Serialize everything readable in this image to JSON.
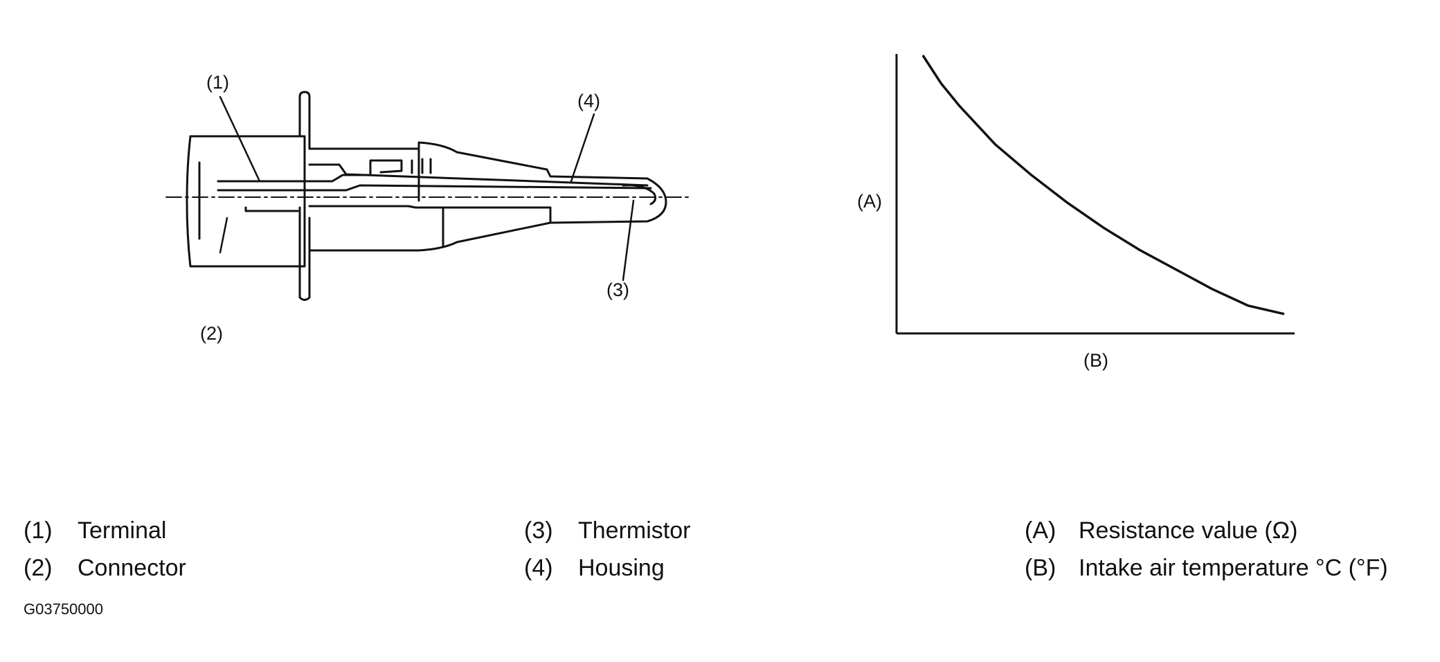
{
  "diagram": {
    "callouts": {
      "terminal": "(1)",
      "connector": "(2)",
      "thermistor": "(3)",
      "housing": "(4)"
    }
  },
  "chart_data": {
    "type": "line",
    "ylabel": "(A)",
    "xlabel": "(B)",
    "series": [
      {
        "x": [
          0.0,
          0.05,
          0.1,
          0.2,
          0.3,
          0.4,
          0.5,
          0.6,
          0.7,
          0.8,
          0.9,
          1.0
        ],
        "y": [
          1.0,
          0.9,
          0.82,
          0.68,
          0.57,
          0.47,
          0.38,
          0.3,
          0.23,
          0.16,
          0.1,
          0.07
        ]
      }
    ],
    "grid": false
  },
  "legend": {
    "items": [
      {
        "code": "(1)",
        "text": "Terminal"
      },
      {
        "code": "(2)",
        "text": "Connector"
      },
      {
        "code": "(3)",
        "text": "Thermistor"
      },
      {
        "code": "(4)",
        "text": "Housing"
      },
      {
        "code": "(A)",
        "text": "Resistance value (Ω)"
      },
      {
        "code": "(B)",
        "text": "Intake air temperature °C (°F)"
      }
    ]
  },
  "figure_id": "G03750000"
}
